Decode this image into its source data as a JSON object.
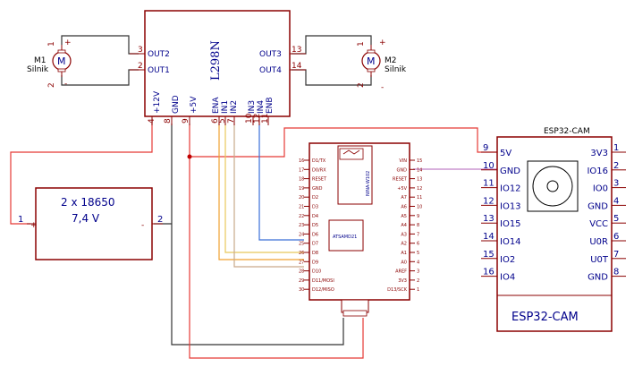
{
  "l298n": {
    "title": "L298N",
    "pins_left": [
      {
        "num": "3",
        "name": "OUT2"
      },
      {
        "num": "2",
        "name": "OUT1"
      }
    ],
    "pins_right": [
      {
        "num": "13",
        "name": "OUT3"
      },
      {
        "num": "14",
        "name": "OUT4"
      }
    ],
    "pins_bottom": [
      {
        "num": "4",
        "name": "+12V"
      },
      {
        "num": "8",
        "name": "GND"
      },
      {
        "num": "9",
        "name": "+5V"
      },
      {
        "num": "6",
        "name": "ENA"
      },
      {
        "num": "5",
        "name": "IN1"
      },
      {
        "num": "7",
        "name": "IN2"
      },
      {
        "num": "10",
        "name": "IN3"
      },
      {
        "num": "12",
        "name": "IN4"
      },
      {
        "num": "11",
        "name": "ENB"
      }
    ]
  },
  "motors": [
    {
      "ref": "M1",
      "value": "Silnik",
      "symbol": "M",
      "pin1": "1",
      "pin2": "2",
      "plus": "+",
      "minus": "-"
    },
    {
      "ref": "M2",
      "value": "Silnik",
      "symbol": "M",
      "pin1": "1",
      "pin2": "2",
      "plus": "+",
      "minus": "-"
    }
  ],
  "battery": {
    "line1": "2 x 18650",
    "line2": "7,4 V",
    "pin_left": "1",
    "pin_right": "2",
    "plus": "+",
    "minus": "-"
  },
  "arduino": {
    "module_label": "NINA-W102",
    "mcu_label": "ATSAMD21",
    "left_pins": [
      {
        "num": "16",
        "name": "D1/TX"
      },
      {
        "num": "17",
        "name": "D0/RX"
      },
      {
        "num": "18",
        "name": "RESET"
      },
      {
        "num": "19",
        "name": "GND"
      },
      {
        "num": "20",
        "name": "D2"
      },
      {
        "num": "21",
        "name": "D3"
      },
      {
        "num": "22",
        "name": "D4"
      },
      {
        "num": "23",
        "name": "D5"
      },
      {
        "num": "24",
        "name": "D6"
      },
      {
        "num": "25",
        "name": "D7"
      },
      {
        "num": "26",
        "name": "D8"
      },
      {
        "num": "27",
        "name": "D9"
      },
      {
        "num": "28",
        "name": "D10"
      },
      {
        "num": "29",
        "name": "D11/MOSI"
      },
      {
        "num": "30",
        "name": "D12/MISO"
      }
    ],
    "right_pins": [
      {
        "num": "15",
        "name": "VIN"
      },
      {
        "num": "14",
        "name": "GND"
      },
      {
        "num": "13",
        "name": "RESET"
      },
      {
        "num": "12",
        "name": "+5V"
      },
      {
        "num": "11",
        "name": "A7"
      },
      {
        "num": "10",
        "name": "A6"
      },
      {
        "num": "9",
        "name": "A5"
      },
      {
        "num": "8",
        "name": "A4"
      },
      {
        "num": "7",
        "name": "A3"
      },
      {
        "num": "6",
        "name": "A2"
      },
      {
        "num": "5",
        "name": "A1"
      },
      {
        "num": "4",
        "name": "A0"
      },
      {
        "num": "3",
        "name": "AREF"
      },
      {
        "num": "2",
        "name": "3V3"
      },
      {
        "num": "1",
        "name": "D13/SCK"
      }
    ]
  },
  "esp32": {
    "header": "ESP32-CAM",
    "footer": "ESP32-CAM",
    "left_pins": [
      {
        "num": "9",
        "name": "5V"
      },
      {
        "num": "10",
        "name": "GND"
      },
      {
        "num": "11",
        "name": "IO12"
      },
      {
        "num": "12",
        "name": "IO13"
      },
      {
        "num": "13",
        "name": "IO15"
      },
      {
        "num": "14",
        "name": "IO14"
      },
      {
        "num": "15",
        "name": "IO2"
      },
      {
        "num": "16",
        "name": "IO4"
      }
    ],
    "right_pins": [
      {
        "num": "1",
        "name": "3V3"
      },
      {
        "num": "2",
        "name": "IO16"
      },
      {
        "num": "3",
        "name": "IO0"
      },
      {
        "num": "4",
        "name": "GND"
      },
      {
        "num": "5",
        "name": "VCC"
      },
      {
        "num": "6",
        "name": "U0R"
      },
      {
        "num": "7",
        "name": "U0T"
      },
      {
        "num": "8",
        "name": "GND"
      }
    ]
  },
  "wire_colors": {
    "power": "#e53935",
    "ground": "#333333",
    "ena": "#f0a030",
    "in1": "#e8c85a",
    "in2": "#c9a98a",
    "in3": "#3a6fd8",
    "esp_gnd": "#c080c8",
    "component": "#8b0000",
    "label": "#00008b"
  }
}
